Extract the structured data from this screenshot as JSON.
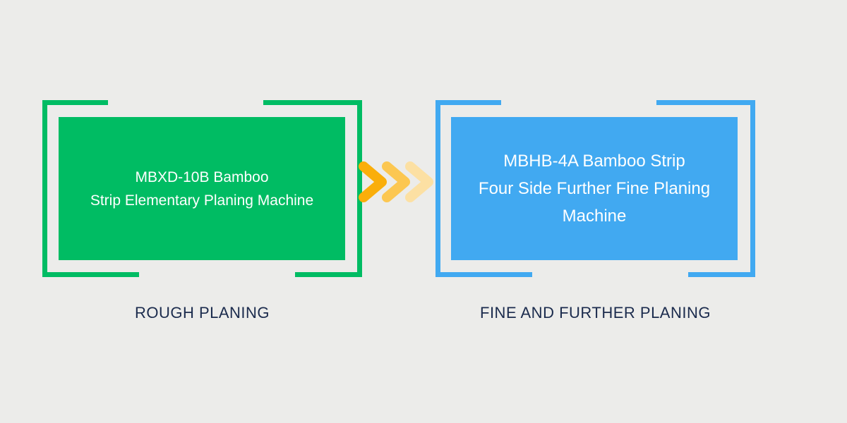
{
  "background_color": "#ECECEA",
  "label_color": "#1B2B4D",
  "stages": [
    {
      "name_lines": [
        "MBXD-10B Bamboo",
        "Strip Elementary Planing Machine"
      ],
      "label": "ROUGH PLANING",
      "color": "#00BC63"
    },
    {
      "name_lines": [
        "MBHB-4A Bamboo Strip",
        "Four Side Further Fine Planing",
        "Machine"
      ],
      "label": "FINE AND FURTHER PLANING",
      "color": "#41A9F1"
    }
  ],
  "arrow": {
    "icon": "triple-chevron-right",
    "colors": [
      "#FAAE0A",
      "#FCC751",
      "#FCE0A3"
    ]
  }
}
